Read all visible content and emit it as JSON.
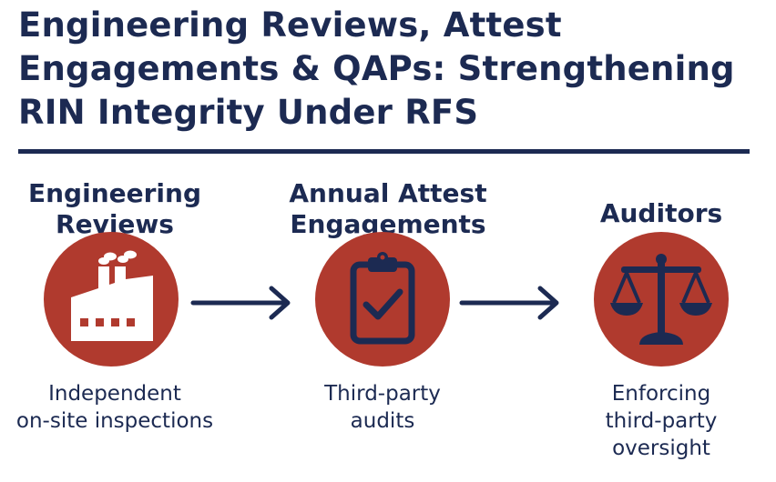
{
  "title": {
    "lines": [
      "Engineering Reviews, Attest",
      "Engagements & QAPs: Strengthening",
      "RIN Integrity Under RFS"
    ]
  },
  "steps": [
    {
      "heading_lines": [
        "Engineering",
        "Reviews"
      ],
      "icon": "factory-icon",
      "description_lines": [
        "Independent",
        "on-site inspections"
      ]
    },
    {
      "heading_lines": [
        "Annual Attest",
        "Engagements"
      ],
      "icon": "clipboard-check-icon",
      "description_lines": [
        "Third-party",
        "audits"
      ]
    },
    {
      "heading_lines": [
        "Auditors"
      ],
      "icon": "scales-icon",
      "description_lines": [
        "Enforcing",
        "third-party",
        "oversight"
      ]
    }
  ],
  "colors": {
    "navy": "#1c2a52",
    "red": "#b03a2e"
  }
}
